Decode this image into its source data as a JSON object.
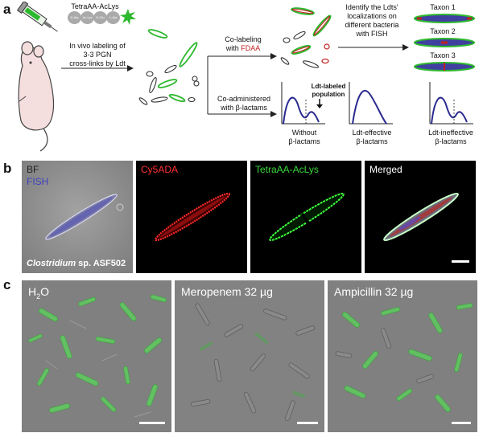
{
  "panel_labels": {
    "a": "a",
    "b": "b",
    "c": "c"
  },
  "panel_a": {
    "probe": "TetraAA-AcLys",
    "probe_chain": [
      "D-Ala",
      "Ac-Lys",
      "D-Glu",
      "L-Ala"
    ],
    "in_vivo_text": [
      "In vivo labeling of",
      "3-3 PGN",
      "cross-links by Ldt"
    ],
    "colabel_text": [
      "Co-labeling",
      "with "
    ],
    "colabel_fdaa": "FDAA",
    "coadmin_text": [
      "Co-administered",
      "with β-lactams"
    ],
    "fish_text": [
      "Identify the Ldts'",
      "localizations on",
      "different bacteria",
      "with FISH"
    ],
    "taxa": [
      "Taxon 1",
      "Taxon 2",
      "Taxon 3"
    ],
    "population_label": [
      "Ldt-labeled",
      "population"
    ],
    "graphs": [
      [
        "Without",
        "β-lactams"
      ],
      [
        "Ldt-effective",
        "β-lactams"
      ],
      [
        "Ldt-ineffective",
        "β-lactams"
      ]
    ]
  },
  "panel_b": {
    "bf_label": "BF",
    "fish_label": "FISH",
    "cy5_label": "Cy5ADA",
    "tetra_label": "TetraAA-AcLys",
    "merged_label": "Merged",
    "organism_italic": "Clostridium",
    "organism_rest": " sp. ASF502"
  },
  "panel_c": {
    "h2o_h": "H",
    "h2o_sub": "2",
    "h2o_o": "O",
    "mero": "Meropenem 32 µg",
    "ampi": "Ampicillin 32 µg"
  },
  "colors": {
    "green": "#2db82d",
    "red": "#d42020",
    "blue": "#3a3aa0",
    "fish_blue": "#6060e0"
  }
}
